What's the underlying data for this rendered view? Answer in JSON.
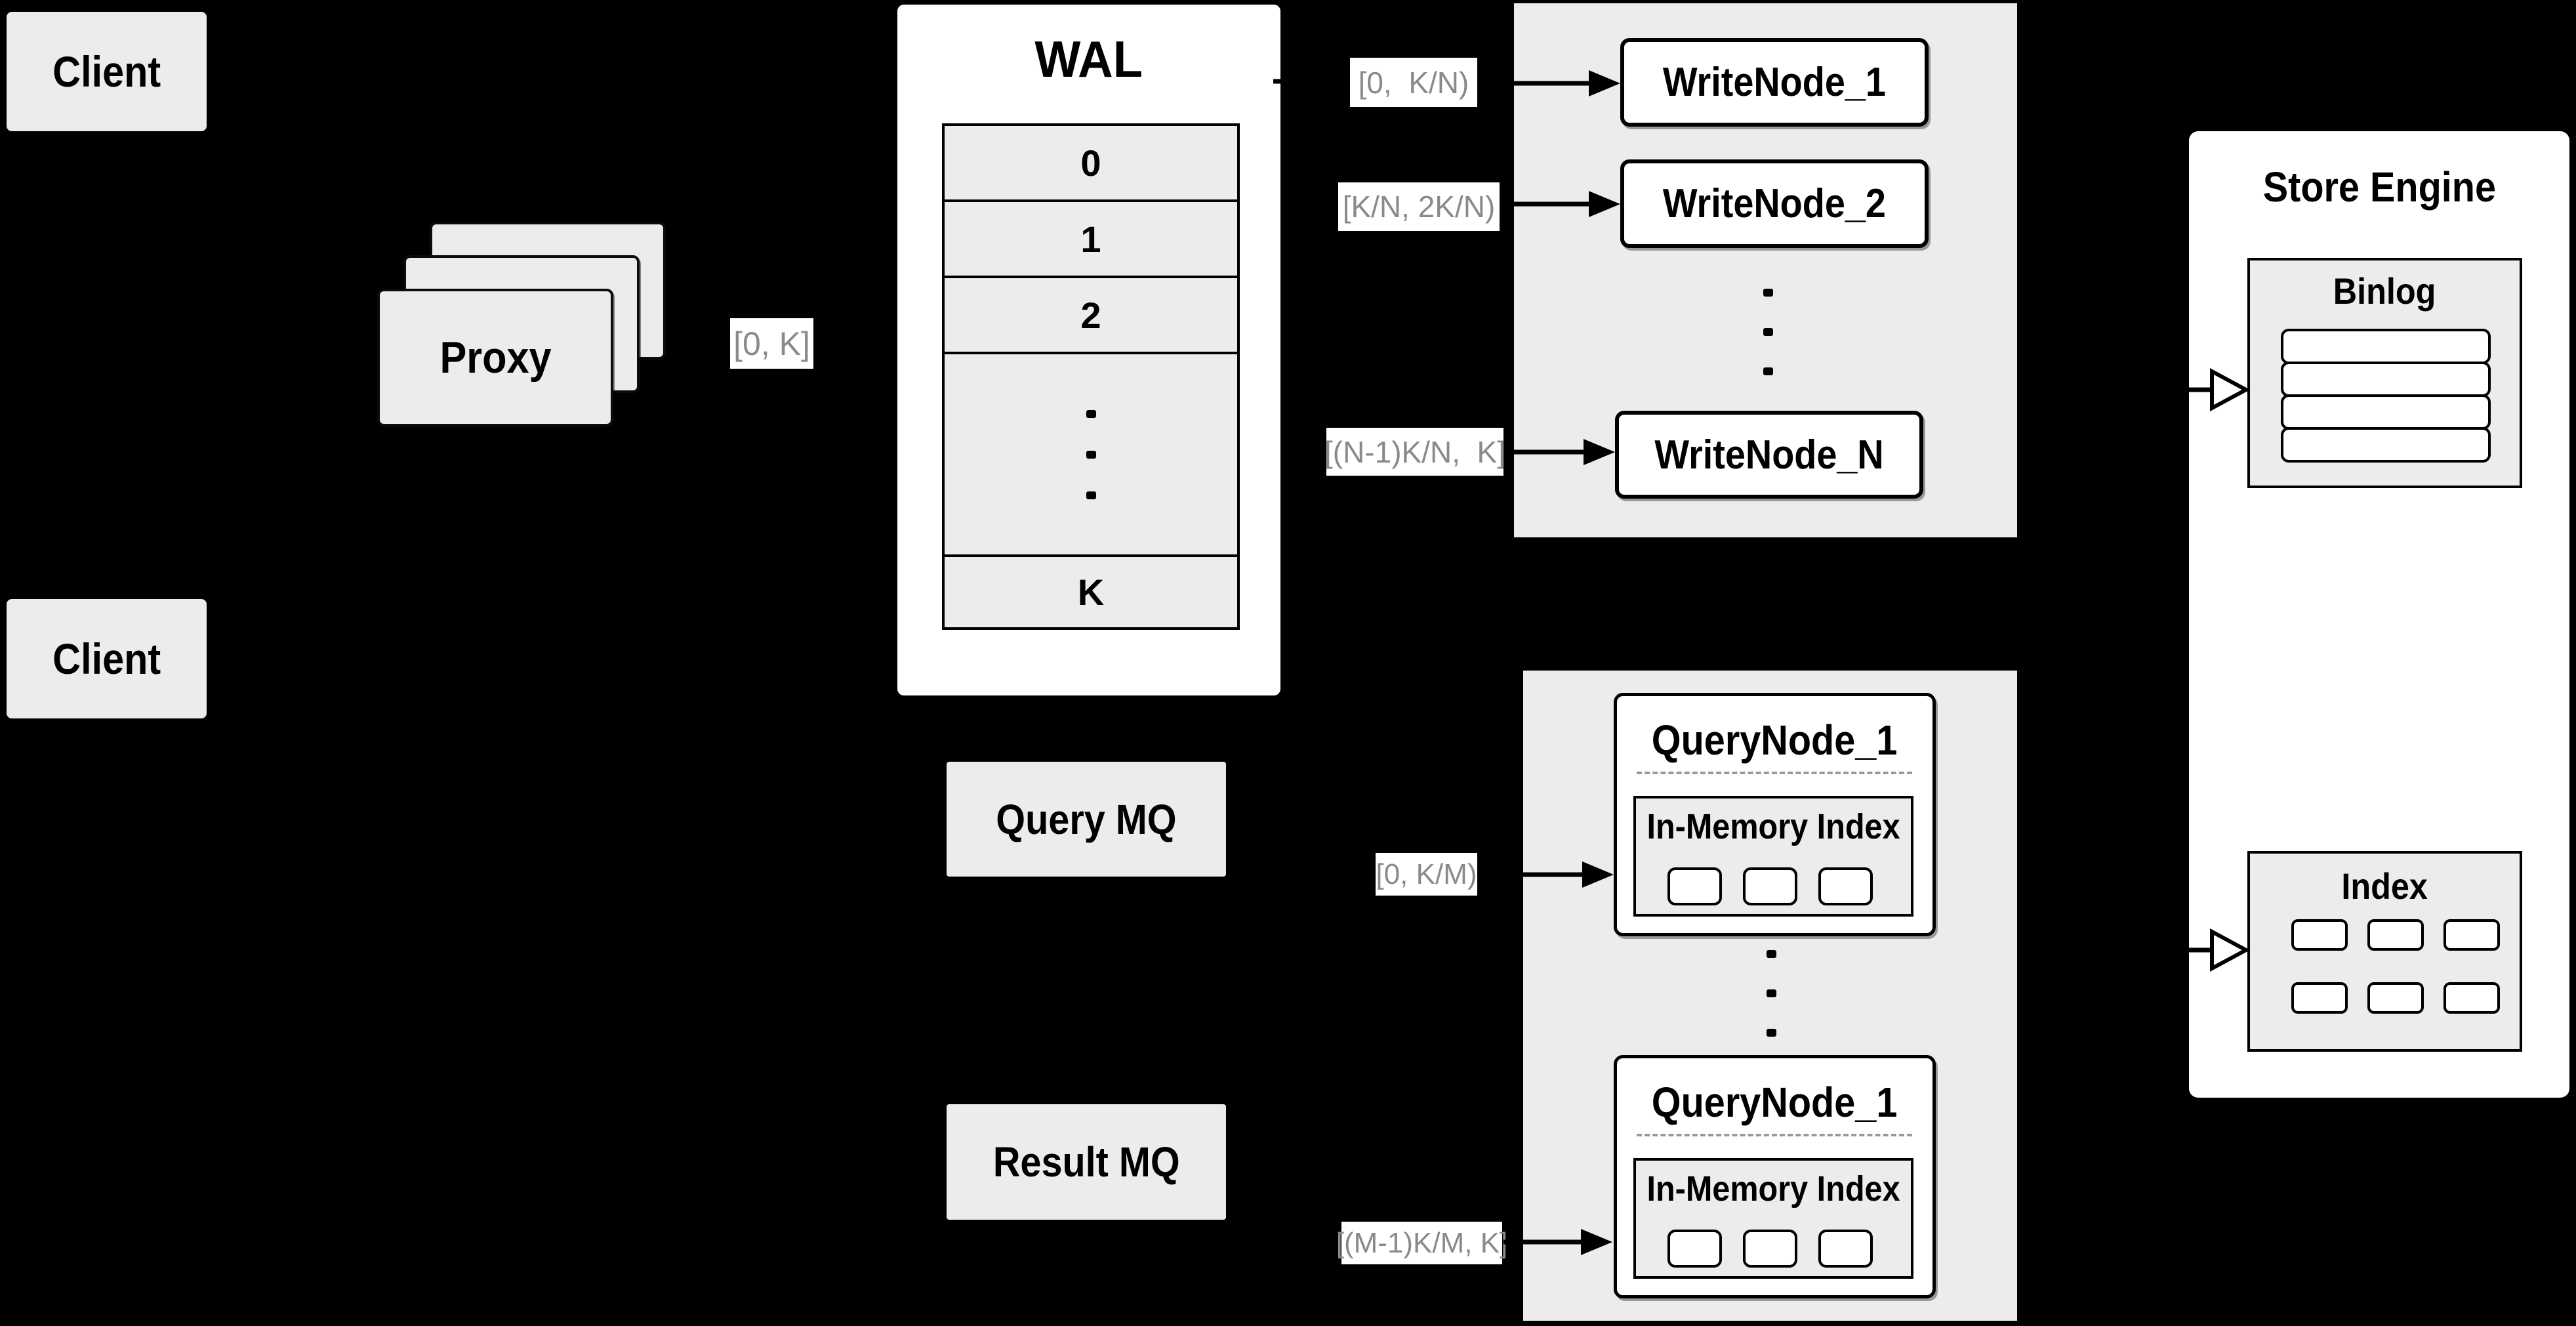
{
  "colors": {
    "background": "#000000",
    "panel_gray": "#ececec",
    "panel_white": "#ffffff",
    "line_black": "#000000",
    "range_label_text": "#8a8a8a"
  },
  "clients": {
    "top": "Client",
    "bottom": "Client"
  },
  "proxy": {
    "label": "Proxy"
  },
  "wal": {
    "title": "WAL",
    "rows": [
      "0",
      "1",
      "2"
    ],
    "last_row": "K"
  },
  "range_labels": {
    "proxy": "[0, K]",
    "write": [
      "[0,  K/N)",
      "[K/N, 2K/N)",
      "[(N-1)K/N,  K]"
    ],
    "query": [
      "[0, K/M)",
      "[(M-1)K/M, K]"
    ]
  },
  "write_group": {
    "nodes": [
      "WriteNode_1",
      "WriteNode_2",
      "WriteNode_N"
    ]
  },
  "store_engine": {
    "title": "Store Engine",
    "binlog_title": "Binlog",
    "index_title": "Index"
  },
  "mq": {
    "query": "Query MQ",
    "result": "Result MQ"
  },
  "query_group": {
    "nodes": [
      {
        "title": "QueryNode_1",
        "subtitle": "In-Memory Index"
      },
      {
        "title": "QueryNode_1",
        "subtitle": "In-Memory Index"
      }
    ]
  }
}
